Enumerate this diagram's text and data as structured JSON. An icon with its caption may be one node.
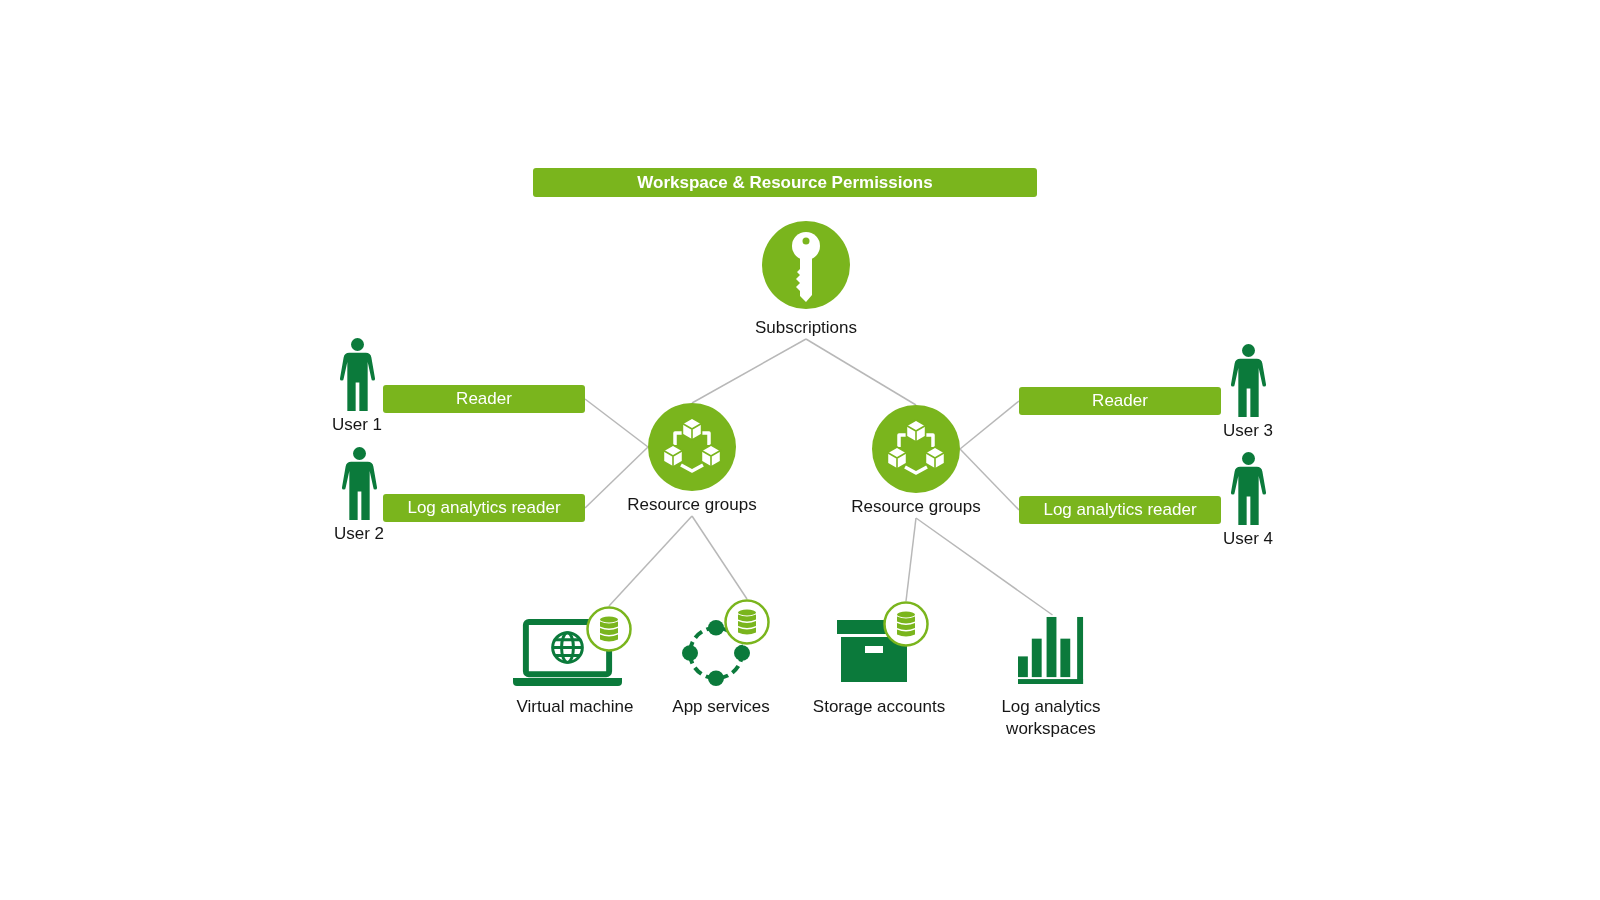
{
  "diagram": {
    "title": "Workspace & Resource Permissions",
    "nodes": [
      {
        "text": [
          "Subscriptions"
        ]
      },
      {
        "text": [
          "User 1"
        ]
      },
      {
        "text": [
          "Reader"
        ]
      },
      {
        "text": [
          "User 2"
        ]
      },
      {
        "text": [
          "Log analytics reader"
        ]
      },
      {
        "text": [
          "Resource groups"
        ]
      },
      {
        "text": [
          "Resource groups"
        ]
      },
      {
        "text": [
          "Reader"
        ]
      },
      {
        "text": [
          "User 3"
        ]
      },
      {
        "text": [
          "Log analytics reader"
        ]
      },
      {
        "text": [
          "User 4"
        ]
      },
      {
        "text": [
          "Virtual machine"
        ]
      },
      {
        "text": [
          "App services"
        ]
      },
      {
        "text": [
          "Storage accounts"
        ]
      },
      {
        "text": [
          "Log analytics workspaces"
        ]
      }
    ],
    "edges": [
      {
        "from": 0,
        "to": 5,
        "arrow": "none"
      },
      {
        "from": 0,
        "to": 6,
        "arrow": "none"
      },
      {
        "from": 2,
        "to": 5,
        "arrow": "none"
      },
      {
        "from": 4,
        "to": 5,
        "arrow": "none"
      },
      {
        "from": 6,
        "to": 7,
        "arrow": "none"
      },
      {
        "from": 6,
        "to": 9,
        "arrow": "none"
      },
      {
        "from": 5,
        "to": 11,
        "arrow": "none"
      },
      {
        "from": 5,
        "to": 12,
        "arrow": "none"
      },
      {
        "from": 6,
        "to": 13,
        "arrow": "none"
      },
      {
        "from": 6,
        "to": 14,
        "arrow": "none"
      }
    ]
  }
}
